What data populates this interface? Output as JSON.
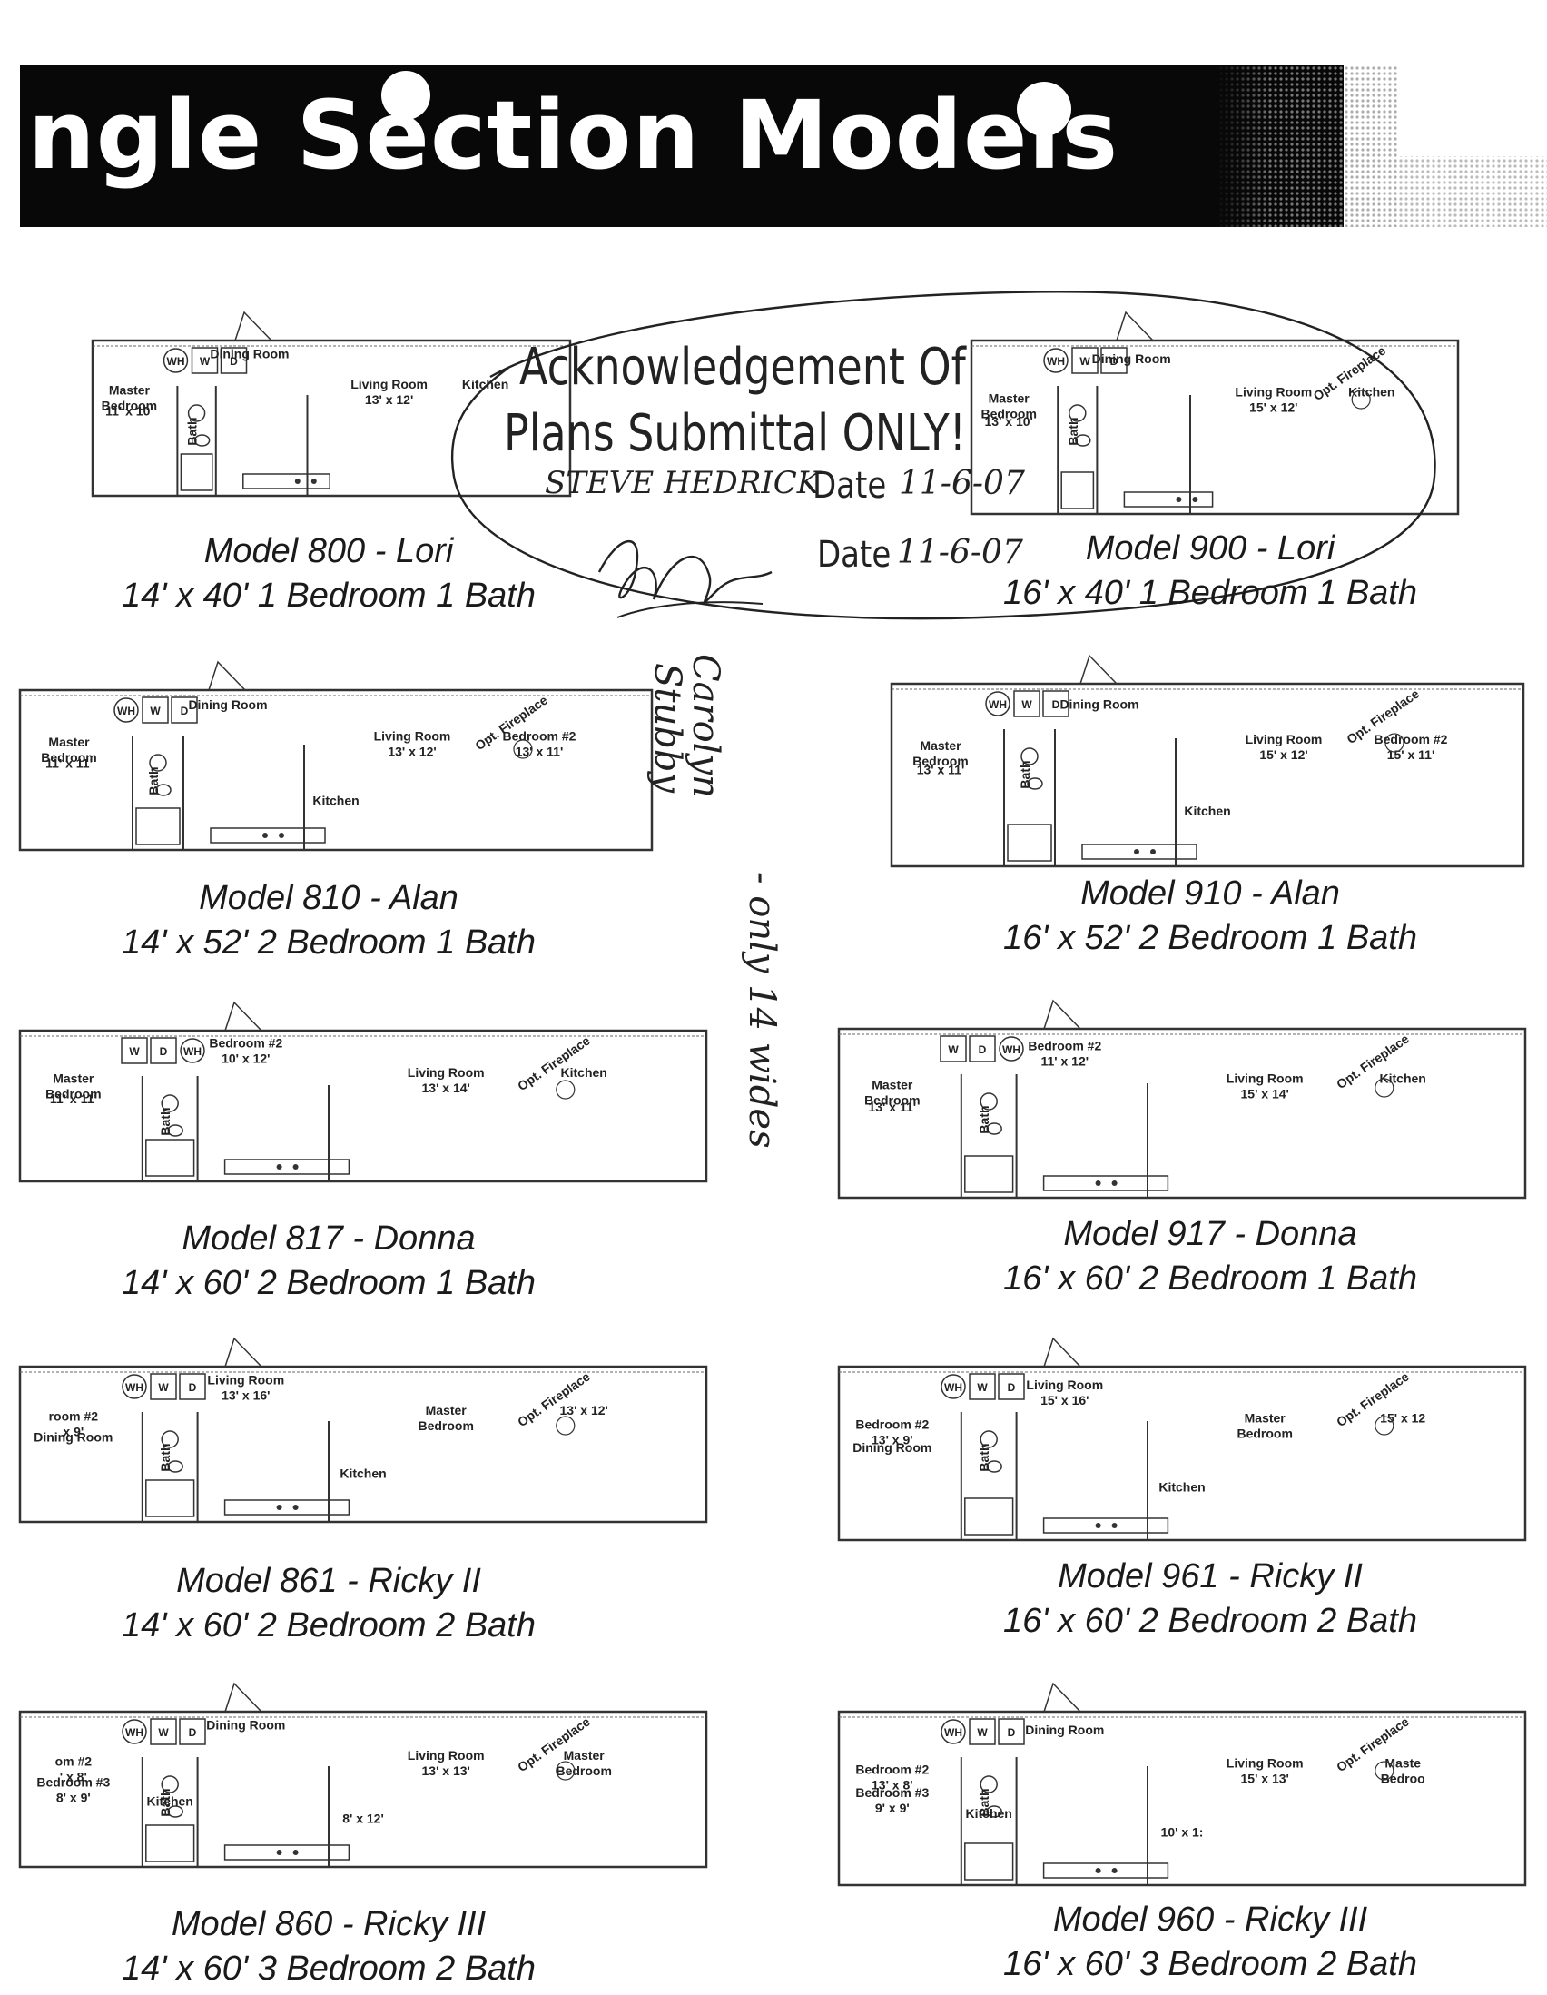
{
  "header": {
    "title": "ingle Section Models"
  },
  "stamp": {
    "line1": "Acknowledgement Of",
    "line2": "Plans Submittal ONLY!",
    "sig1_name": "STEVE HEDRICK",
    "date_label1": "Date",
    "date_value1": "11-6-07",
    "date_label2": "Date",
    "date_value2": "11-6-07"
  },
  "margin_note": {
    "line1": "Stubby",
    "line2": "Carolyn",
    "line3": "- only 14 wides"
  },
  "models": [
    {
      "name": "Model 800 - Lori",
      "spec": "14' x 40' 1 Bedroom 1 Bath",
      "rooms": [
        {
          "label": "Master",
          "size": "Bedroom"
        },
        {
          "label": "11' x 10'",
          "size": ""
        },
        {
          "label": "Dining Room",
          "size": ""
        },
        {
          "label": "Living Room",
          "size": "13' x 12'"
        },
        {
          "label": "Kitchen",
          "size": ""
        },
        {
          "label": "Bath",
          "size": ""
        }
      ],
      "appliances": [
        "WH",
        "W",
        "D"
      ]
    },
    {
      "name": "Model 900 - Lori",
      "spec": "16' x 40' 1 Bedroom 1 Bath",
      "rooms": [
        {
          "label": "Master",
          "size": "Bedroom"
        },
        {
          "label": "13' x 10'",
          "size": ""
        },
        {
          "label": "Dining Room",
          "size": ""
        },
        {
          "label": "Living Room",
          "size": "15' x 12'"
        },
        {
          "label": "Kitchen",
          "size": ""
        },
        {
          "label": "Bath",
          "size": ""
        },
        {
          "label": "Opt. Fireplace",
          "size": ""
        }
      ],
      "appliances": [
        "WH",
        "W",
        "D"
      ]
    },
    {
      "name": "Model 810 - Alan",
      "spec": "14' x 52' 2 Bedroom 1 Bath",
      "rooms": [
        {
          "label": "Master",
          "size": "Bedroom"
        },
        {
          "label": "11' x 11'",
          "size": ""
        },
        {
          "label": "Dining Room",
          "size": ""
        },
        {
          "label": "Living Room",
          "size": "13' x 12'"
        },
        {
          "label": "Bedroom #2",
          "size": "13' x 11'"
        },
        {
          "label": "Kitchen",
          "size": ""
        },
        {
          "label": "Bath",
          "size": ""
        },
        {
          "label": "Opt. Fireplace",
          "size": ""
        }
      ],
      "appliances": [
        "WH",
        "W",
        "D"
      ]
    },
    {
      "name": "Model 910 - Alan",
      "spec": "16' x 52' 2 Bedroom 1 Bath",
      "rooms": [
        {
          "label": "Master",
          "size": "Bedroom"
        },
        {
          "label": "13' x 11'",
          "size": ""
        },
        {
          "label": "Dining Room",
          "size": ""
        },
        {
          "label": "Living Room",
          "size": "15' x 12'"
        },
        {
          "label": "Bedroom #2",
          "size": "15' x 11'"
        },
        {
          "label": "Kitchen",
          "size": ""
        },
        {
          "label": "Bath",
          "size": ""
        },
        {
          "label": "Opt. Fireplace",
          "size": ""
        }
      ],
      "appliances": [
        "WH",
        "W",
        "D"
      ]
    },
    {
      "name": "Model 817 - Donna",
      "spec": "14' x 60' 2 Bedroom 1 Bath",
      "rooms": [
        {
          "label": "Master",
          "size": "Bedroom"
        },
        {
          "label": "11' x 11'",
          "size": ""
        },
        {
          "label": "Bedroom #2",
          "size": "10' x 12'"
        },
        {
          "label": "Living Room",
          "size": "13' x 14'"
        },
        {
          "label": "Kitchen",
          "size": ""
        },
        {
          "label": "Bath",
          "size": ""
        },
        {
          "label": "Opt. Fireplace",
          "size": ""
        }
      ],
      "appliances": [
        "W",
        "D",
        "WH"
      ]
    },
    {
      "name": "Model 917 - Donna",
      "spec": "16' x 60' 2 Bedroom 1 Bath",
      "rooms": [
        {
          "label": "Master",
          "size": "Bedroom"
        },
        {
          "label": "13' x 11'",
          "size": ""
        },
        {
          "label": "Bedroom #2",
          "size": "11' x 12'"
        },
        {
          "label": "Living Room",
          "size": "15' x 14'"
        },
        {
          "label": "Kitchen",
          "size": ""
        },
        {
          "label": "Bath",
          "size": ""
        },
        {
          "label": "Opt. Fireplace",
          "size": ""
        }
      ],
      "appliances": [
        "W",
        "D",
        "WH"
      ]
    },
    {
      "name": "Model 861 - Ricky II",
      "spec": "14' x 60' 2 Bedroom 2 Bath",
      "rooms": [
        {
          "label": "room #2",
          "size": "x 9'"
        },
        {
          "label": "Dining Room",
          "size": ""
        },
        {
          "label": "Living Room",
          "size": "13' x 16'"
        },
        {
          "label": "Master",
          "size": "Bedroom"
        },
        {
          "label": "13' x 12'",
          "size": ""
        },
        {
          "label": "Kitchen",
          "size": ""
        },
        {
          "label": "Bath",
          "size": ""
        },
        {
          "label": "Opt. Fireplace",
          "size": ""
        }
      ],
      "appliances": [
        "WH",
        "W",
        "D"
      ]
    },
    {
      "name": "Model 961 - Ricky II",
      "spec": "16' x 60' 2 Bedroom 2 Bath",
      "rooms": [
        {
          "label": "Bedroom #2",
          "size": "13' x 9'"
        },
        {
          "label": "Dining Room",
          "size": ""
        },
        {
          "label": "Living Room",
          "size": "15' x 16'"
        },
        {
          "label": "Master",
          "size": "Bedroom"
        },
        {
          "label": "15' x 12",
          "size": ""
        },
        {
          "label": "Kitchen",
          "size": ""
        },
        {
          "label": "Bath",
          "size": ""
        },
        {
          "label": "Opt. Fireplace",
          "size": ""
        }
      ],
      "appliances": [
        "WH",
        "W",
        "D"
      ]
    },
    {
      "name": "Model 860 - Ricky III",
      "spec": "14' x 60' 3 Bedroom 2 Bath",
      "rooms": [
        {
          "label": "om #2",
          "size": "' x 8'"
        },
        {
          "label": "Bedroom #3",
          "size": "8' x 9'"
        },
        {
          "label": "Dining Room",
          "size": ""
        },
        {
          "label": "Living Room",
          "size": "13' x 13'"
        },
        {
          "label": "Master",
          "size": "Bedroom"
        },
        {
          "label": "8' x 12'",
          "size": ""
        },
        {
          "label": "Kitchen",
          "size": ""
        },
        {
          "label": "Bath",
          "size": ""
        },
        {
          "label": "Opt. Fireplace",
          "size": ""
        }
      ],
      "appliances": [
        "WH",
        "W",
        "D"
      ]
    },
    {
      "name": "Model 960 - Ricky III",
      "spec": "16' x 60' 3 Bedroom 2 Bath",
      "rooms": [
        {
          "label": "Bedroom #2",
          "size": "13' x 8'"
        },
        {
          "label": "Bedroom #3",
          "size": "9' x 9'"
        },
        {
          "label": "Dining Room",
          "size": ""
        },
        {
          "label": "Living Room",
          "size": "15' x 13'"
        },
        {
          "label": "Maste",
          "size": "Bedroo"
        },
        {
          "label": "10' x 1:",
          "size": ""
        },
        {
          "label": "Kitchen",
          "size": ""
        },
        {
          "label": "Bath",
          "size": ""
        },
        {
          "label": "Opt. Fireplace",
          "size": ""
        }
      ],
      "appliances": [
        "WH",
        "W",
        "D"
      ]
    }
  ]
}
